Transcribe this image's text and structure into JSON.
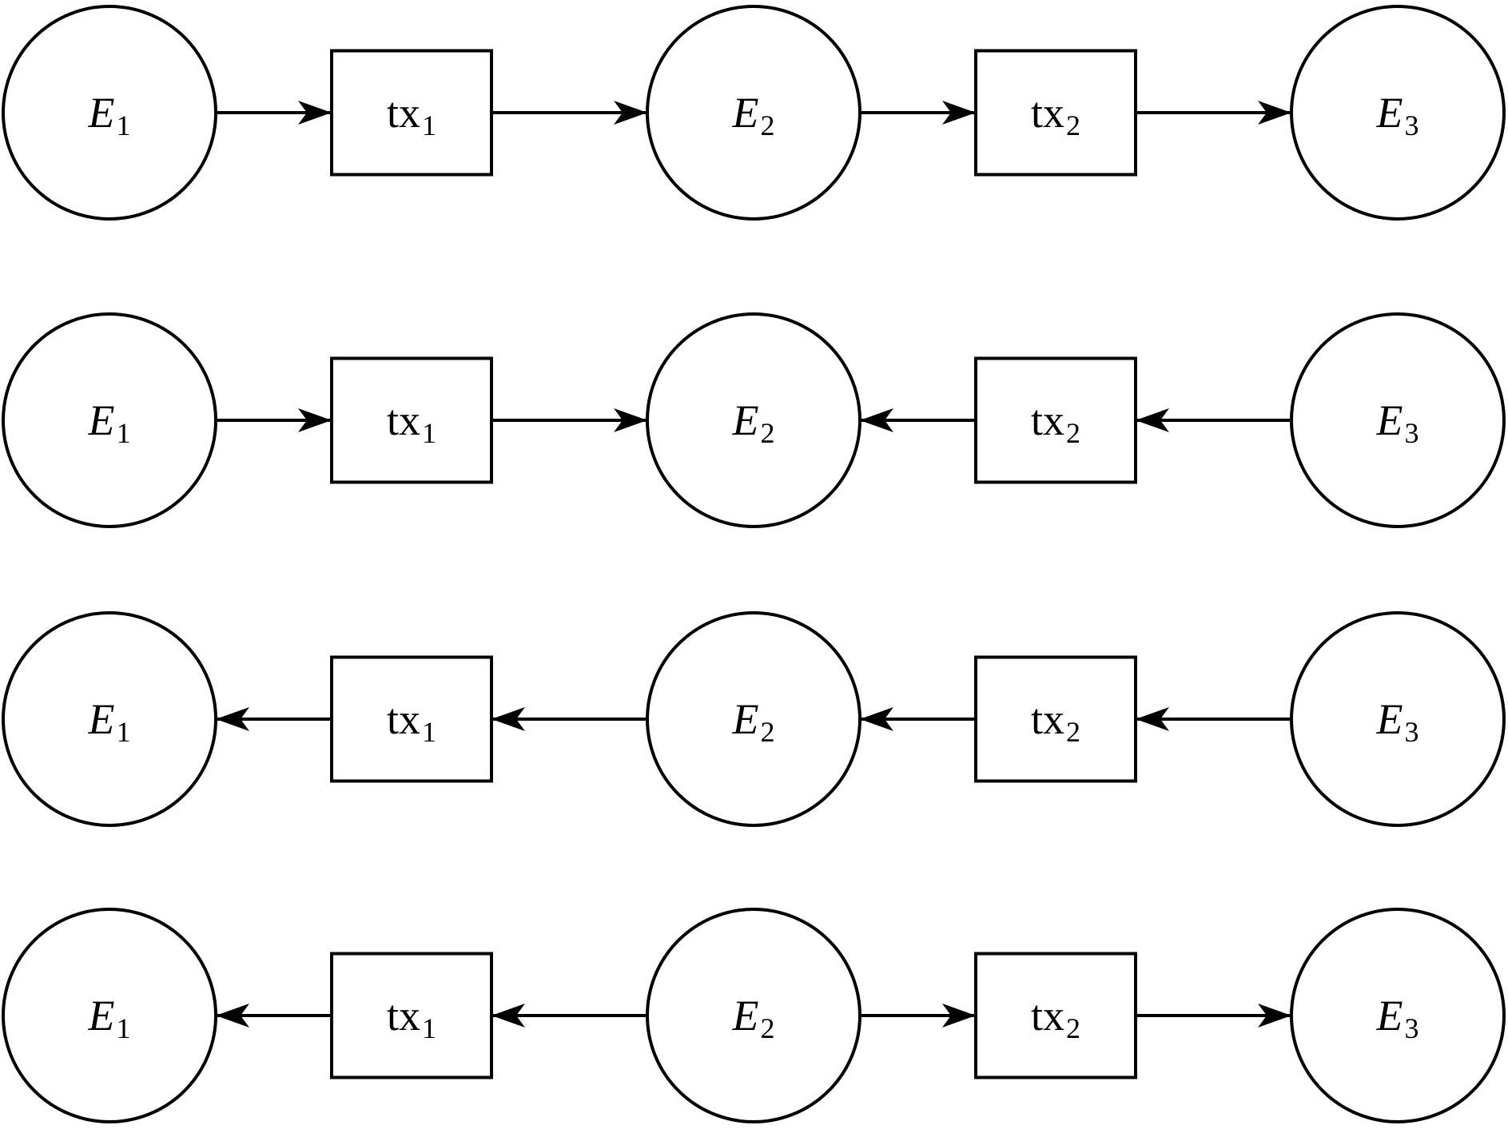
{
  "diagram": {
    "rows": [
      {
        "nodes": [
          {
            "type": "entity",
            "base": "E",
            "sub": "1"
          },
          {
            "type": "tx",
            "base": "tx",
            "sub": "1"
          },
          {
            "type": "entity",
            "base": "E",
            "sub": "2"
          },
          {
            "type": "tx",
            "base": "tx",
            "sub": "2"
          },
          {
            "type": "entity",
            "base": "E",
            "sub": "3"
          }
        ],
        "edges": [
          "right",
          "right",
          "right",
          "right"
        ]
      },
      {
        "nodes": [
          {
            "type": "entity",
            "base": "E",
            "sub": "1"
          },
          {
            "type": "tx",
            "base": "tx",
            "sub": "1"
          },
          {
            "type": "entity",
            "base": "E",
            "sub": "2"
          },
          {
            "type": "tx",
            "base": "tx",
            "sub": "2"
          },
          {
            "type": "entity",
            "base": "E",
            "sub": "3"
          }
        ],
        "edges": [
          "right",
          "right",
          "left",
          "left"
        ]
      },
      {
        "nodes": [
          {
            "type": "entity",
            "base": "E",
            "sub": "1"
          },
          {
            "type": "tx",
            "base": "tx",
            "sub": "1"
          },
          {
            "type": "entity",
            "base": "E",
            "sub": "2"
          },
          {
            "type": "tx",
            "base": "tx",
            "sub": "2"
          },
          {
            "type": "entity",
            "base": "E",
            "sub": "3"
          }
        ],
        "edges": [
          "left",
          "left",
          "left",
          "left"
        ]
      },
      {
        "nodes": [
          {
            "type": "entity",
            "base": "E",
            "sub": "1"
          },
          {
            "type": "tx",
            "base": "tx",
            "sub": "1"
          },
          {
            "type": "entity",
            "base": "E",
            "sub": "2"
          },
          {
            "type": "tx",
            "base": "tx",
            "sub": "2"
          },
          {
            "type": "entity",
            "base": "E",
            "sub": "3"
          }
        ],
        "edges": [
          "left",
          "left",
          "right",
          "right"
        ]
      }
    ],
    "colors": {
      "stroke": "#000000",
      "fill": "#ffffff"
    }
  }
}
